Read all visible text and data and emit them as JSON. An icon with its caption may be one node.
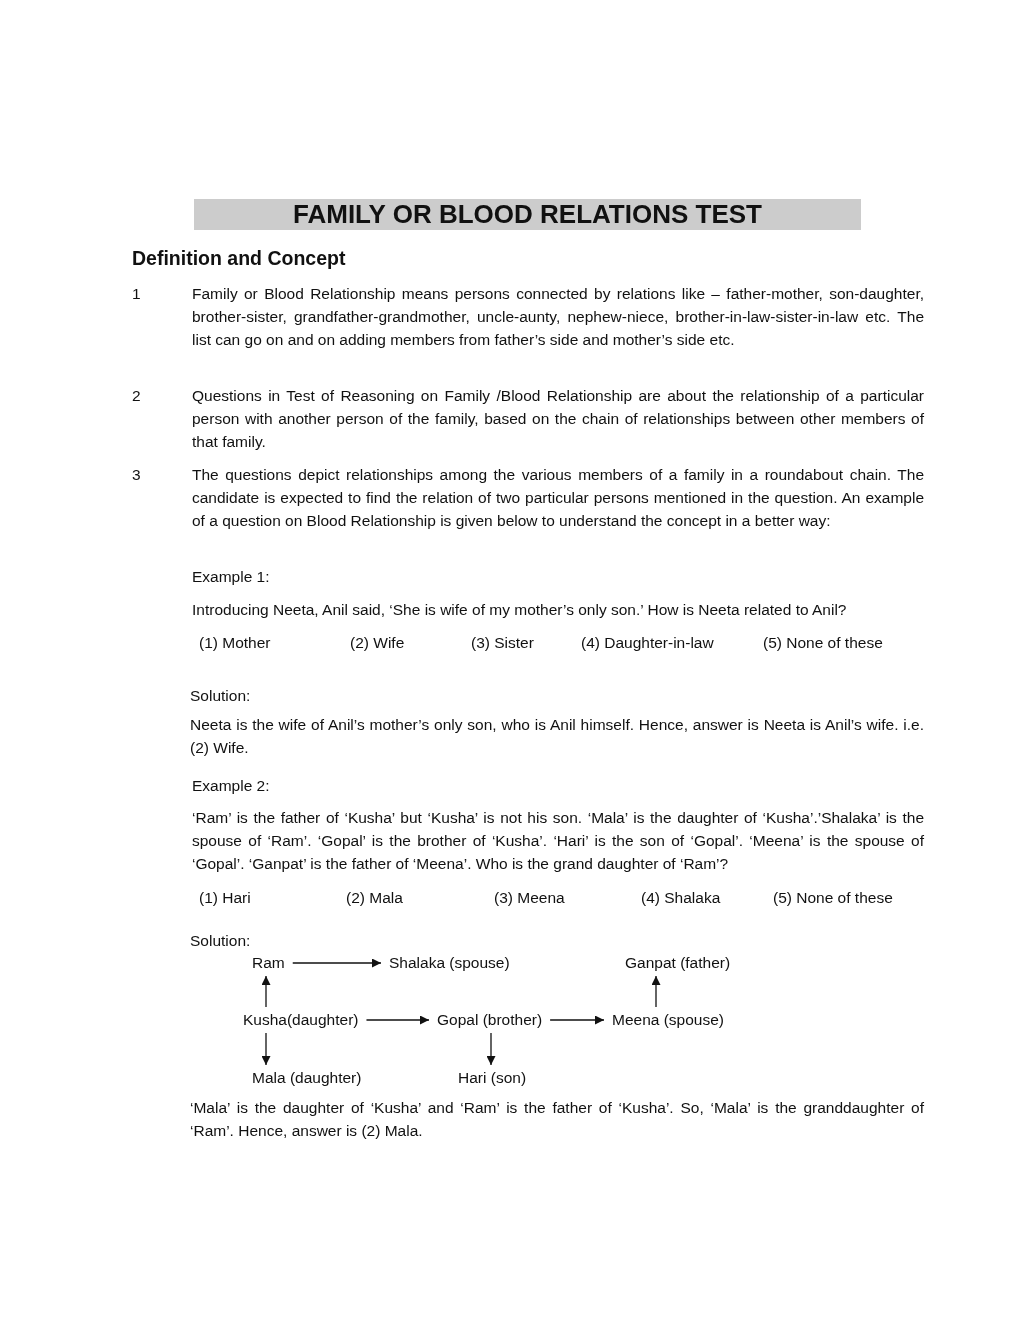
{
  "diagram": {
    "title": "FAMILY OR BLOOD RELATIONS TEST",
    "nodes": [
      {
        "text": [
          "Ram"
        ]
      },
      {
        "text": [
          "Shalaka (spouse)"
        ]
      },
      {
        "text": [
          "Ganpat (father)"
        ]
      },
      {
        "text": [
          "Kusha(daughter)"
        ]
      },
      {
        "text": [
          "Gopal (brother)"
        ]
      },
      {
        "text": [
          "Meena (spouse)"
        ]
      },
      {
        "text": [
          "Mala (daughter)"
        ]
      },
      {
        "text": [
          "Hari (son)"
        ]
      }
    ],
    "edges": [
      {
        "from": 0,
        "to": 1,
        "arrow": "to"
      },
      {
        "from": 3,
        "to": 0,
        "arrow": "to"
      },
      {
        "from": 5,
        "to": 2,
        "arrow": "to"
      },
      {
        "from": 3,
        "to": 4,
        "arrow": "to"
      },
      {
        "from": 4,
        "to": 5,
        "arrow": "to"
      },
      {
        "from": 3,
        "to": 6,
        "arrow": "to"
      },
      {
        "from": 4,
        "to": 7,
        "arrow": "to"
      }
    ],
    "labels": [
      "Definition and Concept",
      "1",
      "Family or Blood Relationship means persons connected by relations like – father-mother, son-daughter, brother-sister, grandfather-grandmother, uncle-aunty, nephew-niece, brother-in-law-sister-in-law etc. The list can go on and on adding members from father’s side and mother’s side etc.",
      "2",
      "Questions in Test of Reasoning on Family /Blood Relationship are about the relationship of a particular person with another person of the family, based on the chain of relationships between other members of that family.",
      "3",
      "The questions depict relationships among the various members of a family in a roundabout chain. The candidate is expected to find the relation of two particular persons mentioned in the question. An example of a question on Blood Relationship is given below to understand the concept in a better way:",
      "Example 1:",
      "Introducing Neeta, Anil said, ‘She is wife of my mother’s only son.’ How is Neeta related to Anil?",
      "(1) Mother",
      "(2) Wife",
      "(3) Sister",
      "(4) Daughter-in-law",
      "(5) None of these",
      "Solution:",
      "Neeta is the wife of Anil’s mother’s only son, who is Anil himself. Hence, answer is Neeta is Anil’s wife. i.e. (2) Wife.",
      "Example 2:",
      "‘Ram’ is the father of ‘Kusha’ but ‘Kusha’ is not his son. ‘Mala’ is the daughter of ‘Kusha’.’Shalaka’ is the spouse of ‘Ram’. ‘Gopal’ is the brother of ‘Kusha’. ‘Hari’ is the son of ‘Gopal’. ‘Meena’ is the spouse of ‘Gopal’. ‘Ganpat’ is the father of ‘Meena’. Who is the grand daughter of ‘Ram’?",
      "(1) Hari",
      "(2) Mala",
      "(3) Meena",
      "(4) Shalaka",
      "(5) None of these",
      "Solution:",
      "‘Mala’ is the daughter of ‘Kusha’ and ‘Ram’ is the father of ‘Kusha’. So, ‘Mala’ is the granddaughter of ‘Ram’. Hence, answer is (2) Mala."
    ]
  }
}
